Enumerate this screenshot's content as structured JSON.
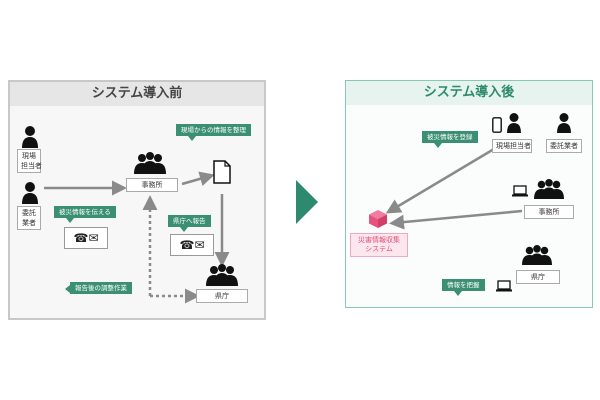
{
  "before": {
    "title": "システム導入前",
    "nodes": {
      "field_staff": "現場\n担当者",
      "contractor": "委託\n業者",
      "office": "事務所",
      "prefecture": "県庁"
    },
    "callouts": {
      "report_damage": "被災情報を伝える",
      "organize": "現場からの情報を整理",
      "report_pref": "県庁へ報告",
      "adjust": "報告後の調整作業"
    }
  },
  "after": {
    "title": "システム導入後",
    "nodes": {
      "field_staff": "現場担当者",
      "contractor": "委託業者",
      "office": "事務所",
      "prefecture": "県庁",
      "system": "災害情報収集\nシステム"
    },
    "callouts": {
      "register": "被災情報を登録",
      "grasp": "情報を把握"
    }
  },
  "colors": {
    "accent": "#3b8f73",
    "system": "#e8527a",
    "arrow": "#8a8a8a"
  },
  "icons": [
    "person-icon",
    "group-icon",
    "document-icon",
    "phone-icon",
    "mail-icon",
    "smartphone-icon",
    "laptop-icon",
    "cube-icon",
    "next-arrow-icon"
  ]
}
